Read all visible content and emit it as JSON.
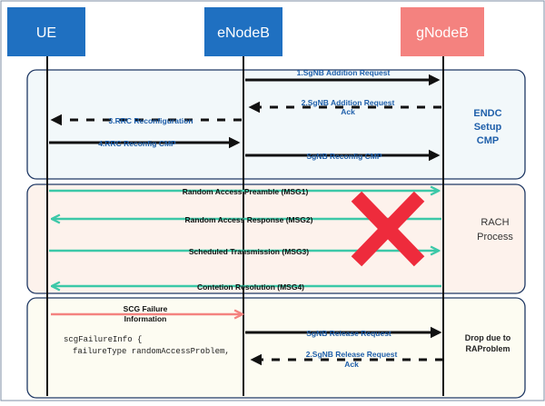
{
  "entities": {
    "ue": "UE",
    "enb": "eNodeB",
    "gnb": "gNodeB"
  },
  "colors": {
    "entity_blue": "#1F70C1",
    "entity_pink": "#F4827F",
    "section1_bg": "#F2F8FA",
    "section2_bg": "#FDF2EC",
    "section3_bg": "#FDFCF2",
    "border": "#1F3864",
    "label_blue": "#1F5FAA",
    "arrow_black": "#111111",
    "arrow_teal": "#3CC8A8",
    "arrow_pink": "#F4827F",
    "cross_red": "#EE2B3C"
  },
  "sections": {
    "endc": {
      "line1": "ENDC",
      "line2": "Setup",
      "line3": "CMP"
    },
    "rach": {
      "line1": "RACH",
      "line2": "Process"
    },
    "drop": {
      "line1": "Drop due to",
      "line2": "RAProblem"
    }
  },
  "messages": {
    "m1": "1.SgNB Addition Request",
    "m2_line1": "2.SgNB Addition Request",
    "m2_line2": "Ack",
    "m3": "3.RRC Reconfiguration",
    "m4": "4.RRC Reconfig CMP",
    "m5": "SgNB Reconfig CMP",
    "msg1": "Random Access Preamble (MSG1)",
    "msg2": "Random Access Response (MSG2)",
    "msg3": "Scheduled Transmission (MSG3)",
    "msg4": "Contetion Resolution (MSG4)",
    "scg_line1": "SCG Failure",
    "scg_line2": "Information",
    "release": "SgNB Release Request",
    "release_ack_line1": "2.SgNB Release Request",
    "release_ack_line2": "Ack"
  },
  "code": {
    "line1": "scgFailureInfo {",
    "line2": "failureType randomAccessProblem,"
  }
}
